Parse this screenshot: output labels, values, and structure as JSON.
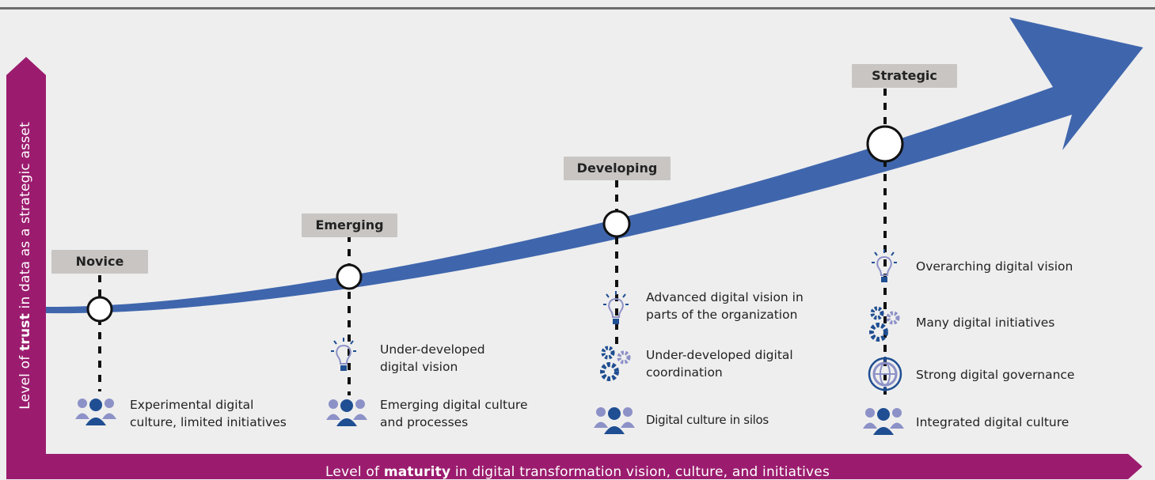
{
  "axes": {
    "y_label_prefix": "Level of ",
    "y_label_bold": "trust",
    "y_label_suffix": " in data as a strategic asset",
    "x_label_prefix": "Level of ",
    "x_label_bold": "maturity",
    "x_label_suffix": " in digital transformation vision, culture, and initiatives"
  },
  "colors": {
    "axis": "#9b1c6e",
    "curve": "#3f66ad",
    "label_bg": "#c8c5c3",
    "icon_dark": "#1f4e92",
    "icon_light": "#8c91c7"
  },
  "stages": [
    {
      "name": "Novice",
      "features": [
        {
          "icon": "people-icon",
          "text_lines": [
            "Experimental digital",
            "culture, limited initiatives"
          ]
        }
      ]
    },
    {
      "name": "Emerging",
      "features": [
        {
          "icon": "lightbulb-icon",
          "text_lines": [
            "Under-developed",
            "digital vision"
          ]
        },
        {
          "icon": "people-icon",
          "text_lines": [
            "Emerging digital culture",
            "and processes"
          ]
        }
      ]
    },
    {
      "name": "Developing",
      "features": [
        {
          "icon": "lightbulb-icon",
          "text_lines": [
            "Advanced digital vision in",
            "parts of the organization"
          ]
        },
        {
          "icon": "gears-icon",
          "text_lines": [
            "Under-developed digital",
            "coordination"
          ]
        },
        {
          "icon": "people-icon",
          "text_lines": [
            "Digital culture in silos"
          ]
        }
      ]
    },
    {
      "name": "Strategic",
      "features": [
        {
          "icon": "lightbulb-icon",
          "text_lines": [
            "Overarching digital vision"
          ]
        },
        {
          "icon": "gears-icon",
          "text_lines": [
            "Many digital initiatives"
          ]
        },
        {
          "icon": "globe-icon",
          "text_lines": [
            "Strong digital governance"
          ]
        },
        {
          "icon": "people-icon",
          "text_lines": [
            "Integrated digital culture"
          ]
        }
      ]
    }
  ]
}
